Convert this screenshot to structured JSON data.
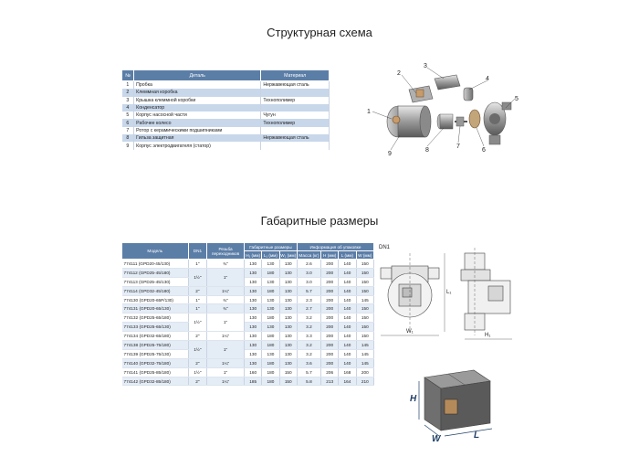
{
  "titles": {
    "structure": "Структурная схема",
    "dimensions": "Габаритные размеры"
  },
  "parts_table": {
    "headers": [
      "№",
      "Деталь",
      "Материал"
    ],
    "rows": [
      [
        "1",
        "Пробка",
        "Нержавеющая сталь"
      ],
      [
        "2",
        "Клеммная коробка",
        ""
      ],
      [
        "3",
        "Крышка клеммной коробки",
        "Технополимер"
      ],
      [
        "4",
        "Конденсатор",
        ""
      ],
      [
        "5",
        "Корпус насосной части",
        "Чугун"
      ],
      [
        "6",
        "Рабочее колесо",
        "Технополимер"
      ],
      [
        "7",
        "Ротор с керамическими подшипниками",
        ""
      ],
      [
        "8",
        "Гильза защитная",
        "Нержавеющая сталь"
      ],
      [
        "9",
        "Корпус электродвигателя (статор)",
        ""
      ]
    ]
  },
  "diagram_labels": [
    "1",
    "2",
    "3",
    "4",
    "5",
    "6",
    "7",
    "8",
    "9"
  ],
  "dims_table": {
    "h_model": "Модель",
    "h_dn": "DN1",
    "h_thread": "Резьба переходников",
    "h_gab": "Габаритные размеры",
    "h_pack": "Информация об упаковке",
    "sub": [
      "H₁ (мм)",
      "L₁ (мм)",
      "W₁ (мм)",
      "Масса (кг)",
      "H (мм)",
      "L (мм)",
      "W (мм)"
    ],
    "rows": [
      [
        "774111 (GPD20-45/130)",
        "1\"",
        "¾\"",
        "130",
        "130",
        "130",
        "2.6",
        "200",
        "140",
        "150"
      ],
      [
        "774112 (GPD25-45/180)",
        "",
        "",
        "130",
        "180",
        "130",
        "3.0",
        "200",
        "140",
        "150"
      ],
      [
        "774113 (GPD25-45/130)",
        "",
        "",
        "130",
        "130",
        "130",
        "3.0",
        "200",
        "140",
        "150"
      ],
      [
        "774114 (GPD32-45/180)",
        "2\"",
        "1¼\"",
        "130",
        "180",
        "130",
        "5.7",
        "200",
        "140",
        "150"
      ],
      [
        "774130 (GPD20-65P/130)",
        "1\"",
        "¾\"",
        "130",
        "130",
        "130",
        "2.3",
        "200",
        "140",
        "145"
      ],
      [
        "774131 (GPD20-65/130)",
        "1\"",
        "¾\"",
        "130",
        "130",
        "130",
        "2.7",
        "200",
        "140",
        "150"
      ],
      [
        "774132 (GPD25-65/180)",
        "",
        "",
        "130",
        "180",
        "130",
        "3.2",
        "200",
        "140",
        "150"
      ],
      [
        "774133 (GPD25-65/130)",
        "",
        "",
        "130",
        "130",
        "130",
        "3.2",
        "200",
        "140",
        "150"
      ],
      [
        "774134 (GPD32-65/180)",
        "2\"",
        "1¼\"",
        "130",
        "180",
        "130",
        "3.3",
        "200",
        "140",
        "150"
      ],
      [
        "774138 (GPD25-75/180)",
        "",
        "",
        "130",
        "180",
        "130",
        "3.2",
        "200",
        "140",
        "145"
      ],
      [
        "774139 (GPD25-75/130)",
        "",
        "",
        "130",
        "130",
        "130",
        "3.2",
        "200",
        "140",
        "145"
      ],
      [
        "774140 (GPD32-75/180)",
        "2\"",
        "1¼\"",
        "130",
        "180",
        "130",
        "3.6",
        "200",
        "140",
        "145"
      ],
      [
        "774141 (GPD25-85/180)",
        "1½\"",
        "1\"",
        "160",
        "180",
        "150",
        "5.7",
        "206",
        "168",
        "200"
      ],
      [
        "774142 (GPD32-85/180)",
        "2\"",
        "1¼\"",
        "185",
        "180",
        "150",
        "5.8",
        "213",
        "164",
        "210"
      ]
    ],
    "merged_dn": "1½\"",
    "merged_thread": "1\""
  },
  "drawing_labels": {
    "dn": "DN1",
    "l": "L₁",
    "w": "W₁",
    "h": "H₁"
  },
  "box_labels": {
    "h": "H",
    "w": "W",
    "l": "L"
  }
}
